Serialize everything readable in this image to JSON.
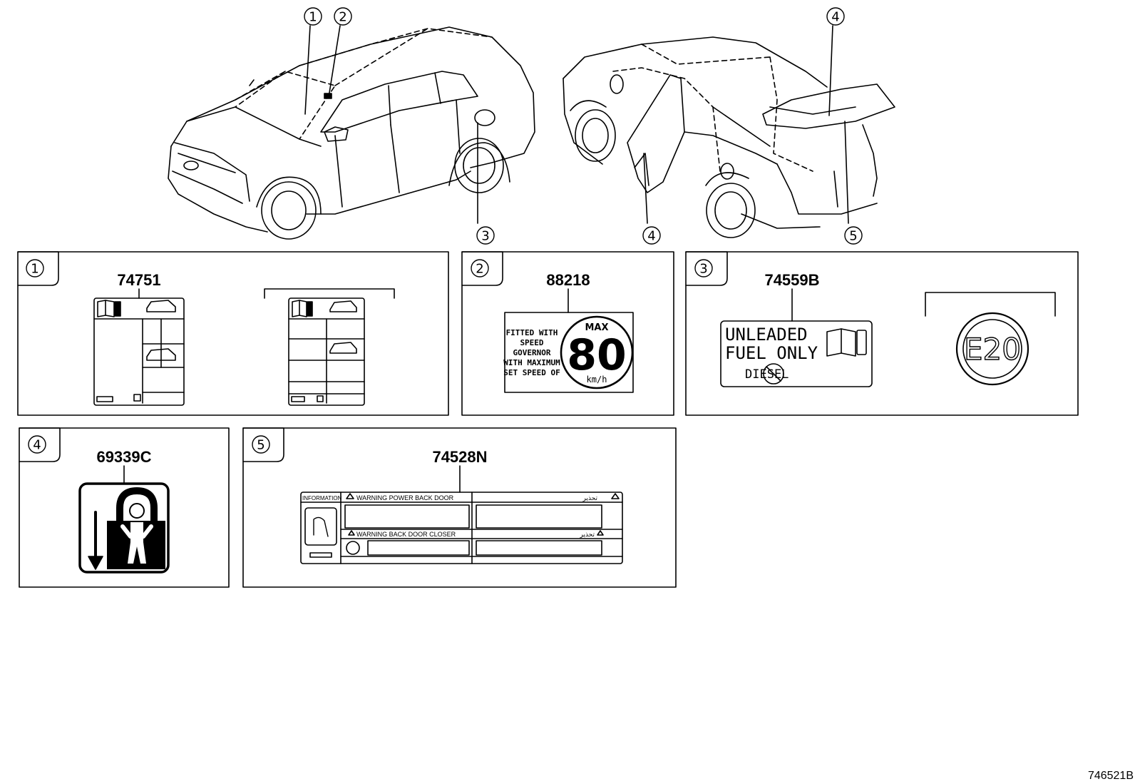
{
  "callouts": [
    "1",
    "2",
    "3",
    "4",
    "5"
  ],
  "panels": [
    {
      "index": "1",
      "part_number": "74751"
    },
    {
      "index": "2",
      "part_number": "88218"
    },
    {
      "index": "3",
      "part_number": "74559B"
    },
    {
      "index": "4",
      "part_number": "69339C"
    },
    {
      "index": "5",
      "part_number": "74528N"
    }
  ],
  "speed_label": {
    "lines": [
      "FITTED WITH",
      "SPEED",
      "GOVERNOR",
      "WITH MAXIMUM",
      "SET SPEED OF"
    ],
    "max": "MAX",
    "value": "80",
    "unit": "km/h"
  },
  "fuel_label": {
    "line1": "UNLEADED",
    "line2": "FUEL ONLY",
    "line3": "DIESEL",
    "e20": "E20"
  },
  "back_door_label": {
    "info": "INFORMATION",
    "warning1": "WARNING  POWER  BACK  DOOR",
    "warning2": "WARNING  BACK  DOOR  CLOSER",
    "arabic1": "تحذير",
    "arabic2": "تحذير"
  },
  "diagram_id": "746521B"
}
